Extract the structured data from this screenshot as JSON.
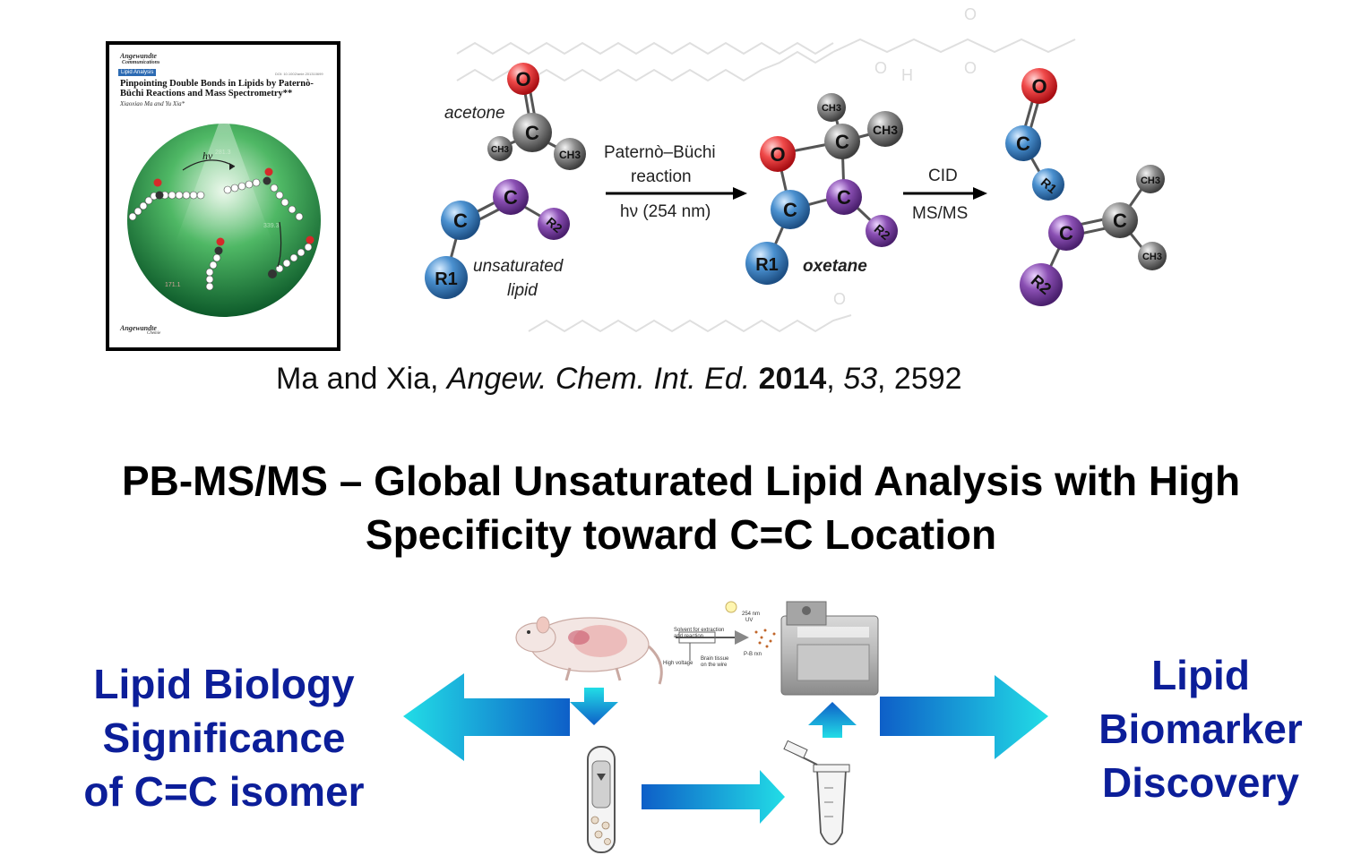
{
  "cover": {
    "brand_top": "Angewandte",
    "brand_sub": "Communications",
    "section_tag": "Lipid Analysis",
    "doi": "DOI: 10.1002/anie.201310699",
    "title": "Pinpointing Double Bonds in Lipids by Paternò-Büchi Reactions and Mass Spectrometry**",
    "authors": "Xiaoxiao Ma and Yu Xia*",
    "hv": "hν",
    "peak_1": "281.3",
    "peak_2": "339.3",
    "peak_3": "171.1",
    "brand_bottom": "Angewandte",
    "brand_bottom_sub": "Chemie"
  },
  "scheme": {
    "acetone_label": "acetone",
    "unsaturated_label_line1": "unsaturated",
    "unsaturated_label_line2": "lipid",
    "reaction_line1": "Paternò–Büchi",
    "reaction_line2": "reaction",
    "reaction_condition": "hν (254 nm)",
    "oxetane_label": "oxetane",
    "cid_label": "CID",
    "msms_label": "MS/MS",
    "atom_O": "O",
    "atom_C": "C",
    "atom_CH3": "CH3",
    "atom_R1": "R1",
    "atom_R2": "R2"
  },
  "citation": {
    "authors": "Ma and Xia, ",
    "journal": "Angew. Chem. Int. Ed.",
    "year": "2014",
    "sep1": ", ",
    "volume": "53",
    "sep2": ", ",
    "page": "2592"
  },
  "headline": {
    "line1": "PB-MS/MS – Global Unsaturated Lipid Analysis with High",
    "line2": "Specificity toward C=C Location"
  },
  "left_title": {
    "line1": "Lipid Biology",
    "line2": "Significance",
    "line3": "of C=C isomer"
  },
  "right_title": {
    "line1": "Lipid",
    "line2": "Biomarker",
    "line3": "Discovery"
  },
  "workflow": {
    "solvent_label": "Solvent for extraction",
    "solvent_label2": "and reaction",
    "hv_label": "254 nm",
    "uv_label": "UV",
    "high_voltage": "High voltage",
    "brain_label": "Brain tissue",
    "brain_label2": "on the wire",
    "pb_label": "P-B rxn"
  },
  "colors": {
    "title_blue": "#0c1e99",
    "arrow_cyan": "#1ecfe0",
    "arrow_blue": "#0b5ec9",
    "oxygen_red": "#e8202a",
    "carbon_blue": "#2f7fc0",
    "carbon_purple": "#7b3fa0",
    "methyl_gray": "#777777"
  }
}
